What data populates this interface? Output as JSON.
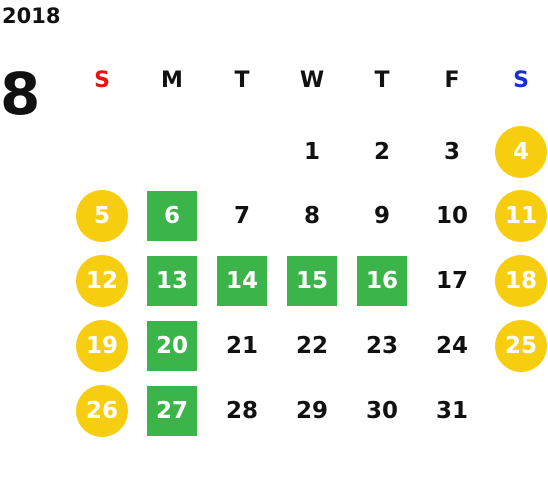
{
  "calendar": {
    "year": "2018",
    "month": "8",
    "weekdays": [
      "S",
      "M",
      "T",
      "W",
      "T",
      "F",
      "S"
    ],
    "colors": {
      "sunday_label": "#ee1111",
      "saturday_label": "#1a2fd0",
      "weekend_circle": "#f7ce0f",
      "highlight_square": "#3bb54a",
      "text": "#111111"
    },
    "weeks": [
      [
        null,
        null,
        null,
        1,
        2,
        3,
        4
      ],
      [
        5,
        6,
        7,
        8,
        9,
        10,
        11
      ],
      [
        12,
        13,
        14,
        15,
        16,
        17,
        18
      ],
      [
        19,
        20,
        21,
        22,
        23,
        24,
        25
      ],
      [
        26,
        27,
        28,
        29,
        30,
        31,
        null
      ]
    ],
    "highlighted_days": [
      6,
      13,
      14,
      15,
      16,
      20,
      27
    ]
  }
}
